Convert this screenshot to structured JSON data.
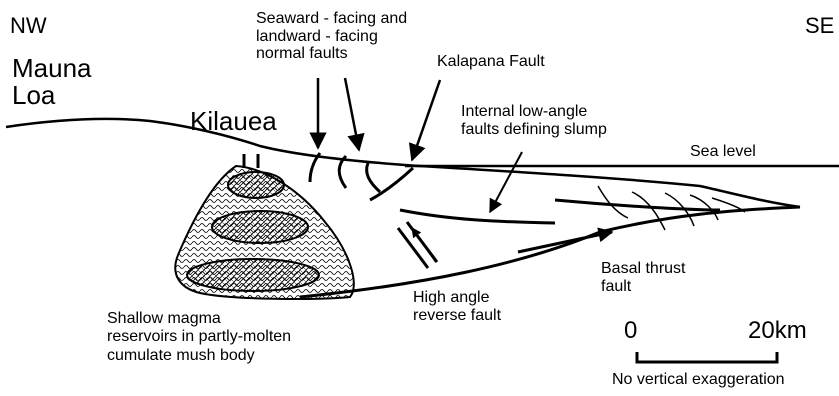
{
  "labels": {
    "nw": "NW",
    "se": "SE",
    "mauna_loa": "Mauna\nLoa",
    "kilauea": "Kilauea",
    "seaward_faults": "Seaward - facing and\nlandward - facing\nnormal faults",
    "kalapana_fault": "Kalapana Fault",
    "internal_faults": "Internal low-angle\nfaults defining slump",
    "sea_level": "Sea level",
    "basal_thrust": "Basal thrust\nfault",
    "high_angle": "High angle\nreverse fault",
    "shallow_magma": "Shallow magma\nreservoirs in partly-molten\ncumulate mush body",
    "scale_zero": "0",
    "scale_max": "20km",
    "no_vertical": "No vertical exaggeration"
  },
  "colors": {
    "ink": "#000000",
    "background": "#ffffff"
  }
}
